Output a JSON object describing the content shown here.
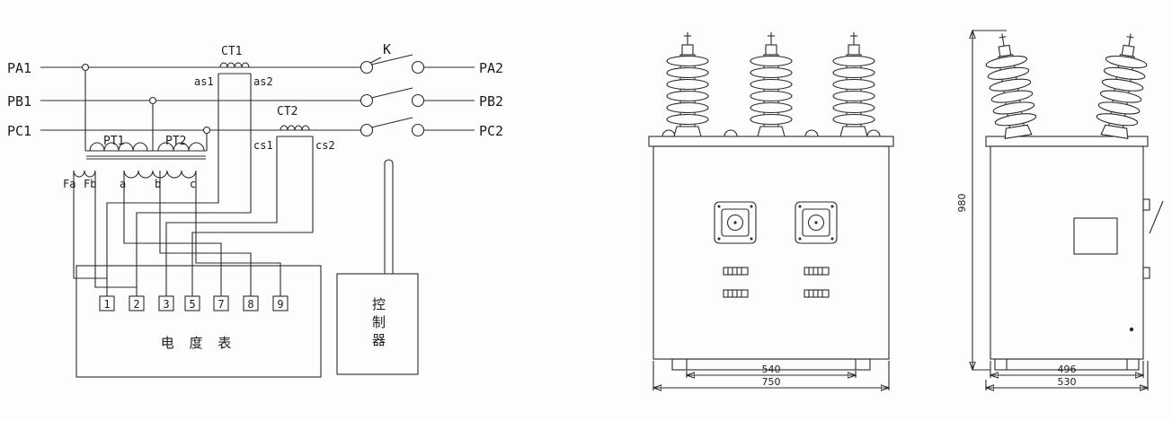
{
  "wiring": {
    "left_labels": [
      "PA1",
      "PB1",
      "PC1"
    ],
    "right_labels": [
      "PA2",
      "PB2",
      "PC2"
    ],
    "ct1_label": "CT1",
    "ct2_label": "CT2",
    "switch_label": "K",
    "ct1_terminals": [
      "as1",
      "as2"
    ],
    "ct2_terminals": [
      "cs1",
      "cs2"
    ],
    "pt_labels": [
      "PT1",
      "PT2"
    ],
    "pt_terminals": [
      "Fa",
      "Fb",
      "a",
      "b",
      "c"
    ],
    "terminal_numbers": [
      "1",
      "2",
      "3",
      "5",
      "7",
      "8",
      "9"
    ],
    "meter_label": "电 度 表",
    "controller_label": "控制器"
  },
  "front_view": {
    "dim_feet": "540",
    "dim_width": "750"
  },
  "side_view": {
    "dim_height": "980",
    "dim_body": "496",
    "dim_base": "530"
  }
}
